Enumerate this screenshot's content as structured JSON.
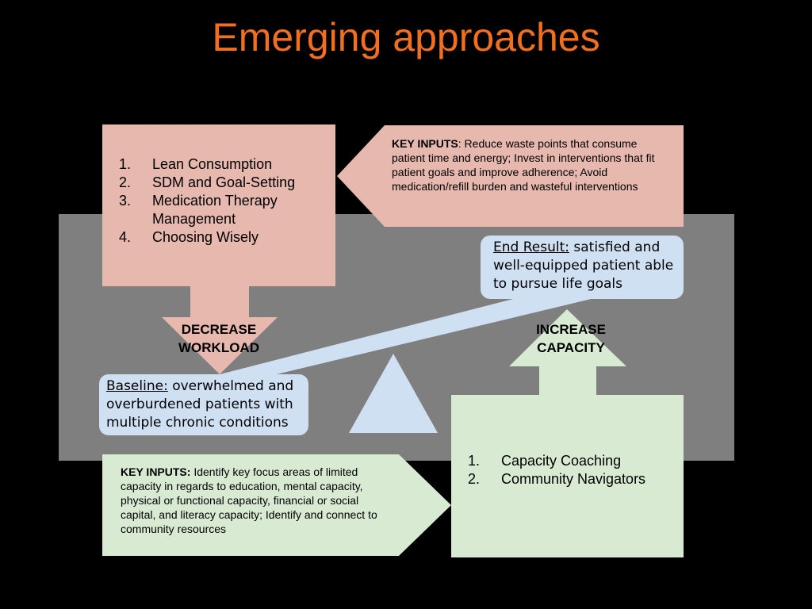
{
  "title": "Emerging approaches",
  "workload_list": [
    {
      "num": "1.",
      "text": "Lean Consumption"
    },
    {
      "num": "2.",
      "text": "SDM and Goal-Setting"
    },
    {
      "num": "3.",
      "text": "Medication Therapy Management"
    },
    {
      "num": "4.",
      "text": "Choosing Wisely"
    }
  ],
  "key_inputs_top": {
    "label": "KEY INPUTS",
    "text": ": Reduce waste points that consume patient time and energy; Invest in interventions that fit patient goals and improve adherence; Avoid medication/refill burden and wasteful interventions"
  },
  "end_result": {
    "label": "End Result:",
    "text": " satisfied and well-equipped patient able to pursue life goals"
  },
  "decrease_label": "DECREASE WORKLOAD",
  "increase_label": "INCREASE CAPACITY",
  "baseline": {
    "label": "Baseline:",
    "text": " overwhelmed and overburdened patients with multiple chronic conditions"
  },
  "key_inputs_bottom": {
    "label": "KEY INPUTS:",
    "text": " Identify key focus areas of limited capacity in regards to education, mental capacity, physical or functional capacity, financial or social capital, and literacy capacity; Identify and connect to community resources"
  },
  "capacity_list": [
    {
      "num": "1.",
      "text": "Capacity Coaching"
    },
    {
      "num": "2.",
      "text": "Community Navigators"
    }
  ],
  "colors": {
    "title": "#f07020",
    "workload_fill": "#e6b8ae",
    "capacity_fill": "#d9ead3",
    "bubble_fill": "#cfe0f3",
    "band": "#7f7f7f"
  }
}
